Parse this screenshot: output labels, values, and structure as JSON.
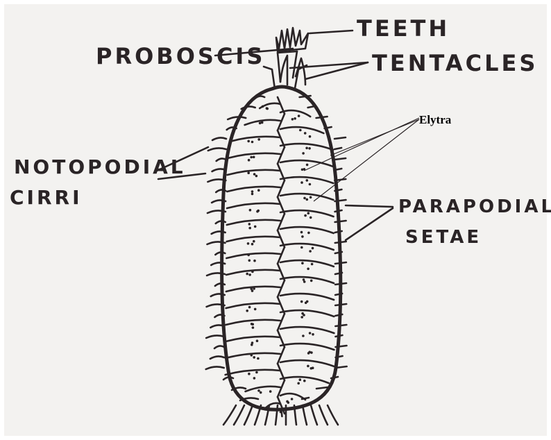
{
  "labels": {
    "teeth": "TEETH",
    "proboscis": "PROBOSCIS",
    "tentacles": "TENTACLES",
    "elytra": "Elytra",
    "notopodial_line1": "NOTOPODIAL",
    "notopodial_line2": "CIRRI",
    "parapodial_line1": "PARAPODIAL",
    "parapodial_line2": "SETAE"
  },
  "colors": {
    "paper": "#f3f2f0",
    "ink": "#2a2426"
  }
}
